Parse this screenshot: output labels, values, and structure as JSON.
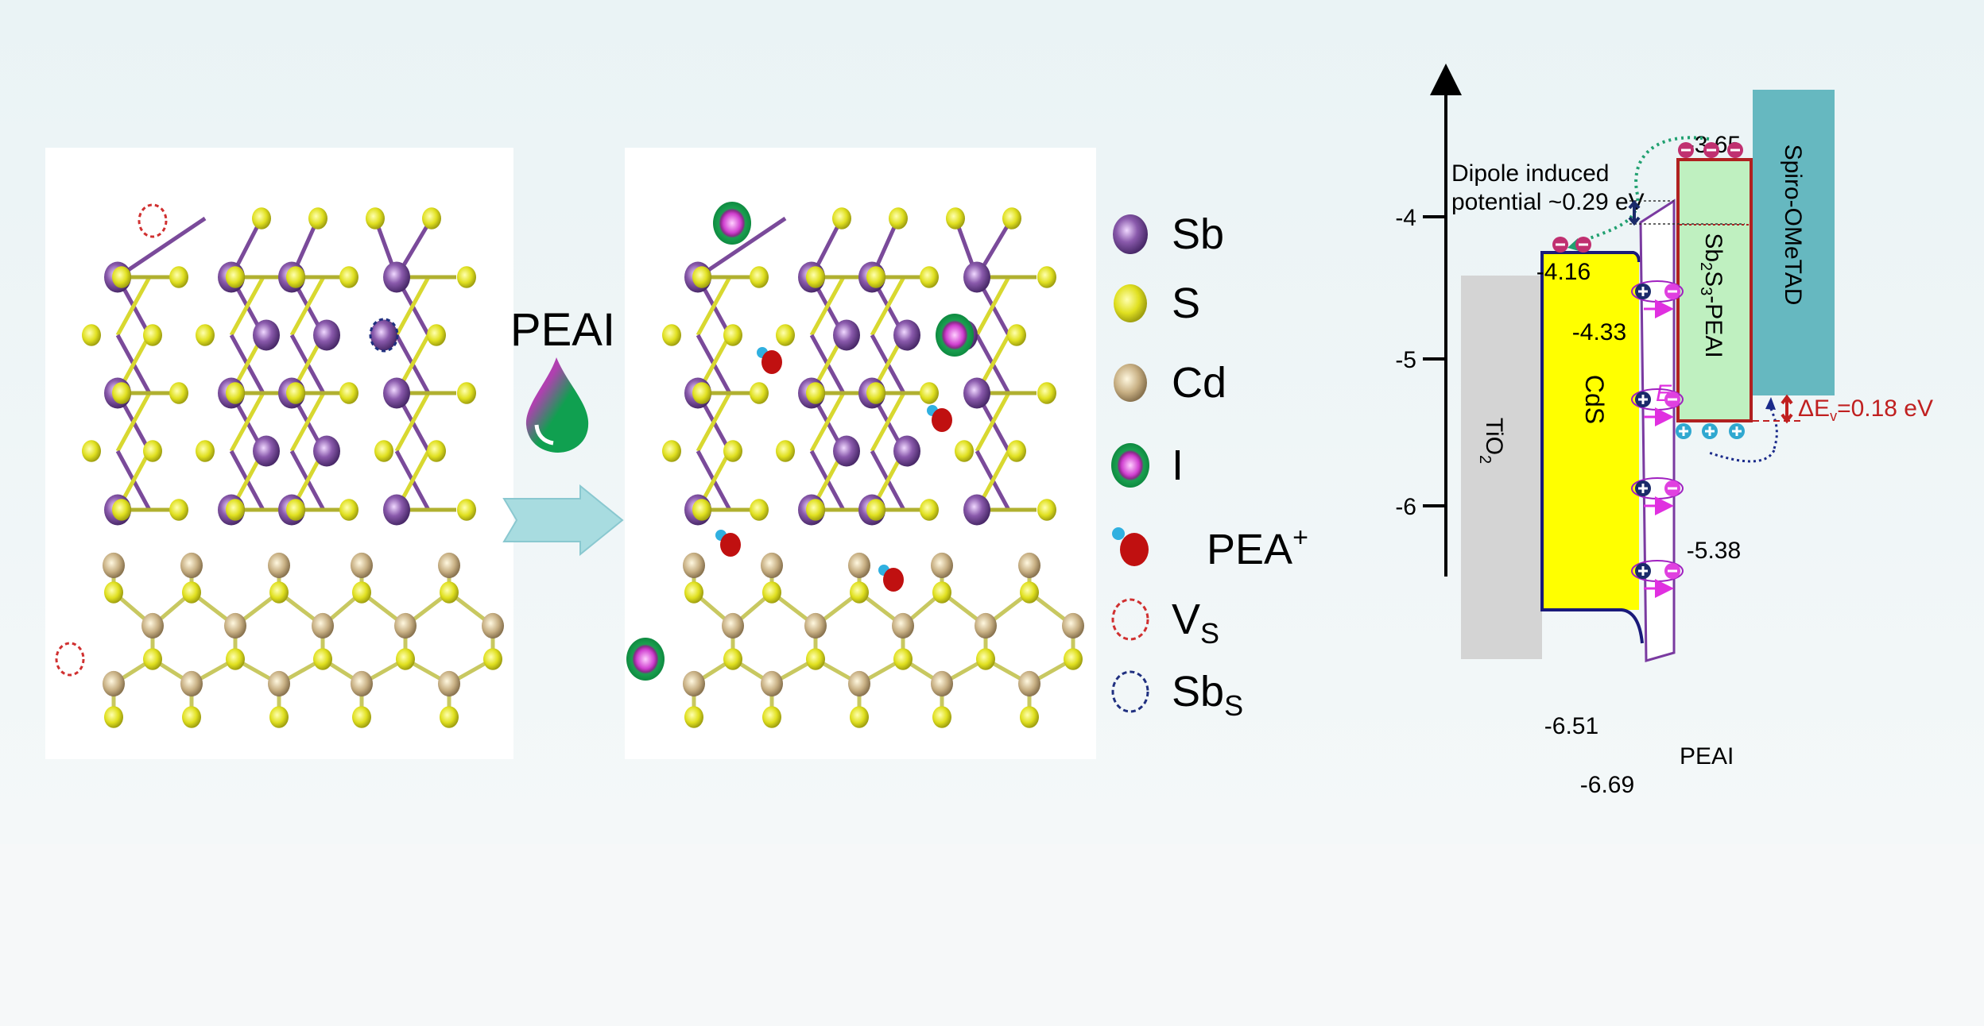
{
  "colors": {
    "sb": "#7a4a9a",
    "s": "#e0e020",
    "cd": "#c8b084",
    "iodine_ring": "#1aa050",
    "iodine_core": "#d040d0",
    "pea_red": "#c01010",
    "pea_cyan": "#30b0e0",
    "vacancy": "#d03030",
    "antisite": "#203080",
    "cds": "#ffff00",
    "tio2": "#d4d4d4",
    "sb2s3": "#bff0c0",
    "spiro": "#66b8c0"
  },
  "treatment": {
    "label": "PEAI"
  },
  "legend": [
    {
      "icon": "sb-atom",
      "label": "Sb"
    },
    {
      "icon": "s-atom",
      "label": "S"
    },
    {
      "icon": "cd-atom",
      "label": "Cd"
    },
    {
      "icon": "iodine-atom",
      "label": "I"
    },
    {
      "icon": "pea-cation",
      "label": "PEA",
      "sup": "+"
    },
    {
      "icon": "vacancy-circle",
      "label": "V",
      "sub": "S"
    },
    {
      "icon": "antisite-circle",
      "label": "Sb",
      "sub": "S"
    }
  ],
  "energy_diagram": {
    "axis_ticks": [
      "-4",
      "-5",
      "-6"
    ],
    "layers": {
      "tio2": "TiO",
      "tio2_sub": "2",
      "cds": "CdS",
      "sb2s3_a": "Sb",
      "sb2s3_sub1": "2",
      "sb2s3_b": "S",
      "sb2s3_sub2": "3",
      "sb2s3_c": "-PEAI",
      "spiro": "Spiro-OMeTAD",
      "peai": "PEAI"
    },
    "levels": {
      "sb2s3_cb": "-3.65",
      "cds_cb": "-4.16",
      "peai_cb": "-4.33",
      "sb2s3_vb": "-5.38",
      "cds_vb": "-6.51",
      "peai_vb": "-6.69"
    },
    "dipole_line1": "Dipole induced",
    "dipole_line2": "potential ~0.29 eV",
    "field_label": "E",
    "field_sub": "i",
    "delta_ev_prefix": "ΔE",
    "delta_ev_sub": "v",
    "delta_ev_value": "=0.18 eV"
  }
}
